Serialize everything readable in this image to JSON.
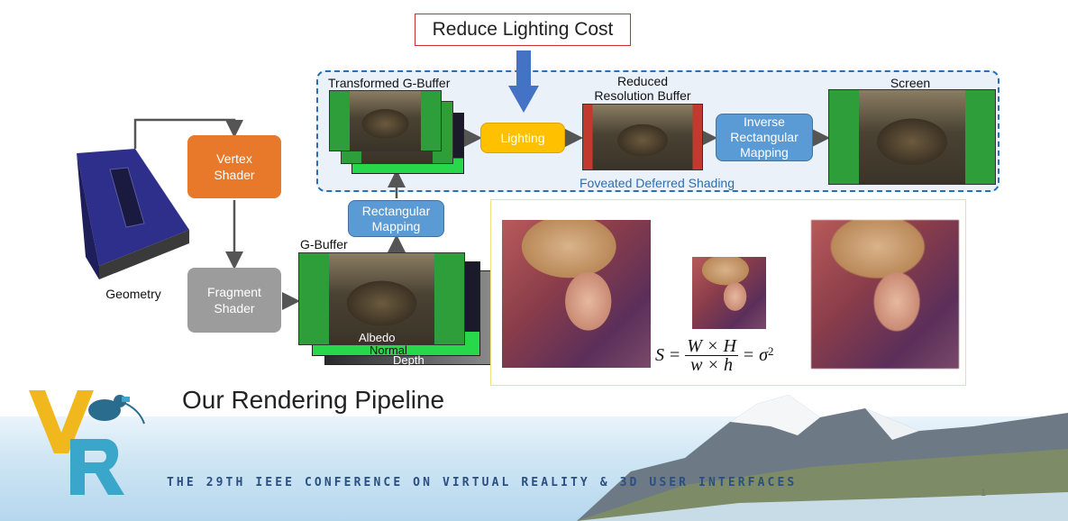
{
  "callout": {
    "text": "Reduce Lighting Cost"
  },
  "region_label": "Foveated Deferred Shading",
  "nodes": {
    "vertex_shader": "Vertex\nShader",
    "fragment_shader": "Fragment\nShader",
    "rectangular_mapping": "Rectangular\nMapping",
    "lighting": "Lighting",
    "inverse_mapping": "Inverse\nRectangular\nMapping"
  },
  "labels": {
    "geometry": "Geometry",
    "g_buffer": "G-Buffer",
    "transformed_g_buffer": "Transformed G-Buffer",
    "reduced_buffer": "Reduced\nResolution Buffer",
    "screen": "Screen",
    "albedo": "Albedo",
    "normal": "Normal",
    "depth": "Depth"
  },
  "formula": {
    "lhs": "S",
    "num": "W × H",
    "den": "w × h",
    "rhs": "σ",
    "exp": "2"
  },
  "title": "Our Rendering Pipeline",
  "conference": "THE 29TH IEEE CONFERENCE ON VIRTUAL REALITY & 3D USER INTERFACES",
  "logo": "VR",
  "page_number": "1",
  "colors": {
    "orange": "#e8782a",
    "blue": "#5b9bd5",
    "yellow": "#ffc000",
    "dash": "#2a6fb6"
  }
}
